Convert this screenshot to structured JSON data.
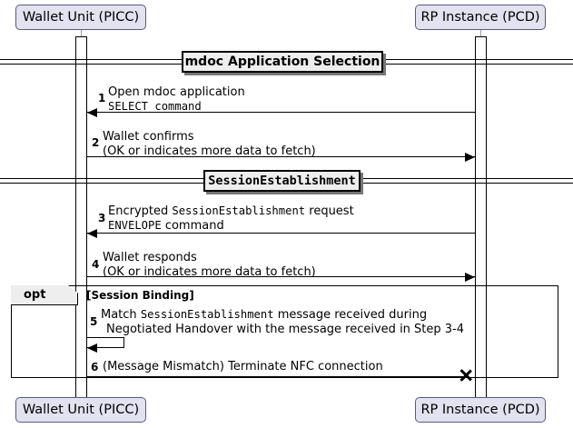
{
  "diagram": {
    "type": "uml-sequence-diagram",
    "participants": [
      {
        "id": "wallet",
        "label": "Wallet Unit (PICC)"
      },
      {
        "id": "rp",
        "label": "RP Instance (PCD)"
      }
    ],
    "dividers": [
      {
        "id": "divider-mdoc",
        "label": "mdoc Application Selection",
        "font": "sans"
      },
      {
        "id": "divider-session",
        "label": "SessionEstablishment",
        "font": "mono"
      }
    ],
    "messages": [
      {
        "number": "1",
        "direction": "rp-to-wallet",
        "line1": "Open mdoc application",
        "line2": "SELECT command",
        "line2_mono": true
      },
      {
        "number": "2",
        "direction": "wallet-to-rp",
        "line1": "Wallet confirms",
        "line2": "(OK or indicates more data to fetch)",
        "line2_mono": false
      },
      {
        "number": "3",
        "direction": "rp-to-wallet",
        "line1_pre": "Encrypted ",
        "line1_mono": "SessionEstablishment",
        "line1_post": " request",
        "line2_mono_text": "ENVELOPE",
        "line2_post": " command"
      },
      {
        "number": "4",
        "direction": "wallet-to-rp",
        "line1": "Wallet responds",
        "line2": "(OK or indicates more data to fetch)",
        "line2_mono": false
      },
      {
        "number": "5",
        "direction": "self-wallet",
        "line1_pre": "Match ",
        "line1_mono": "SessionEstablishment",
        "line1_post": " message received during",
        "line2": "Negotiated Handover with the message received in Step 3-4"
      },
      {
        "number": "6",
        "direction": "wallet-to-rp-destroy",
        "line1": "(Message Mismatch) Terminate NFC connection"
      }
    ],
    "fragments": [
      {
        "id": "opt-session-binding",
        "operator": "opt",
        "guard": "[Session Binding]"
      }
    ],
    "colors": {
      "participant_fill": "#E2E2F0",
      "participant_border": "#5A5A7A",
      "divider_fill": "#EEEEEE",
      "line": "#000000",
      "lifeline": "#9A9AB0",
      "background": "#FFFFFF"
    }
  }
}
